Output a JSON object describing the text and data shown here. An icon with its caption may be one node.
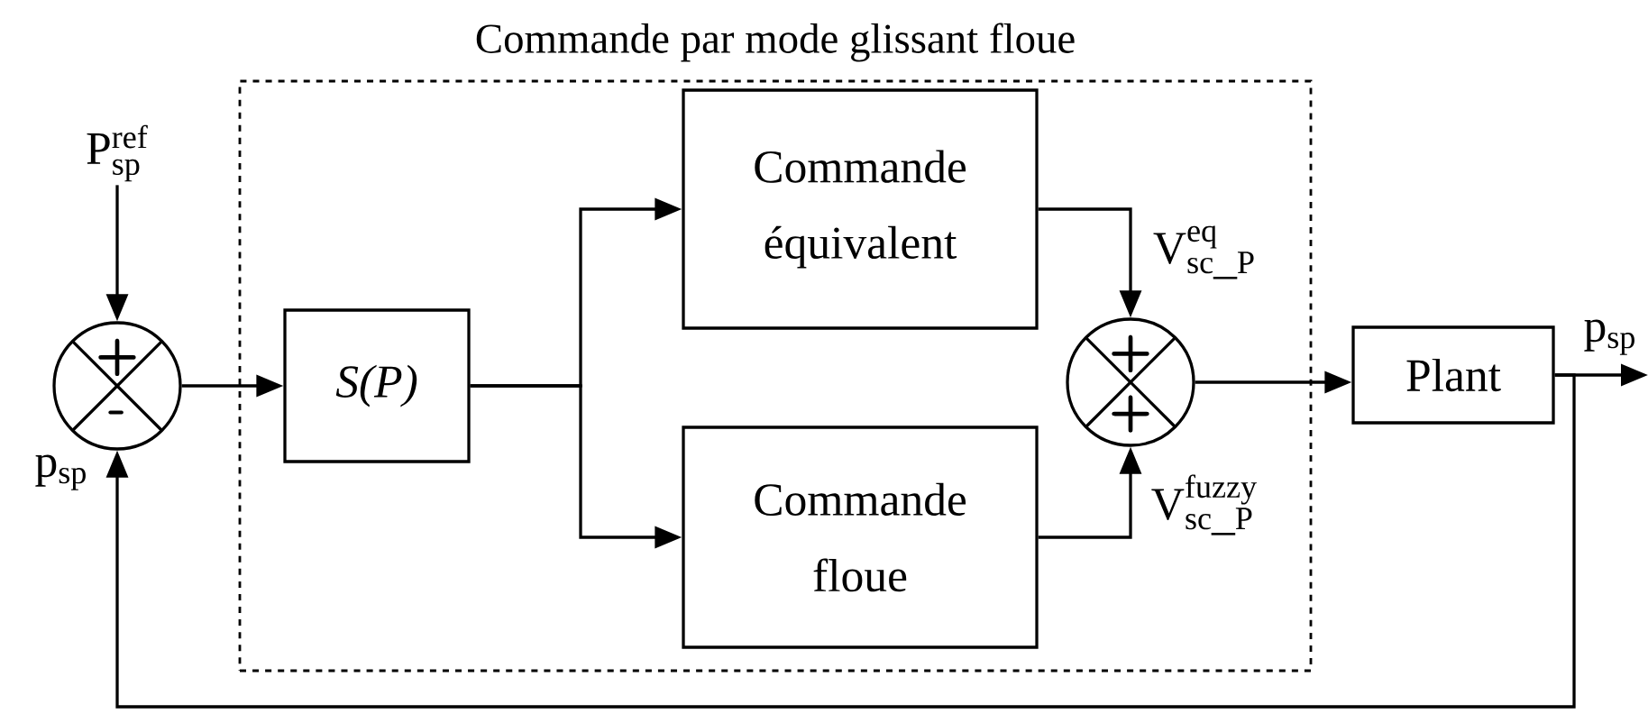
{
  "diagram": {
    "nodes": [
      {
        "text": [
          "Commande par mode glissant floue"
        ]
      },
      {
        "text": [
          "+",
          "-"
        ]
      },
      {
        "text": [
          "S(P)"
        ],
        "in": 0
      },
      {
        "text": [
          "Commande équivalent"
        ],
        "in": 0
      },
      {
        "text": [
          "Commande floue"
        ],
        "in": 0
      },
      {
        "text": [
          "+",
          "+"
        ],
        "in": 0
      },
      {
        "text": [
          "Plant"
        ]
      },
      {
        "text": [
          "\\mathrm{P}_{\\mathrm{sp}}^{\\mathrm{ref}}"
        ]
      }
    ],
    "edges": [
      {
        "from": 7,
        "to": 1,
        "arrow": "to"
      },
      {
        "from": 1,
        "to": 2,
        "arrow": "to"
      },
      {
        "from": 2,
        "to": 3,
        "arrow": "to"
      },
      {
        "from": 2,
        "to": 4,
        "arrow": "to"
      },
      {
        "from": 3,
        "to": 5,
        "arrow": "to",
        "label": "\\mathrm{V}_{\\mathrm{sc\\_P}}^{\\mathrm{eq}}"
      },
      {
        "from": 4,
        "to": 5,
        "arrow": "to",
        "label": "\\mathrm{V}_{\\mathrm{sc\\_P}}^{\\mathrm{fuzzy}}"
      },
      {
        "from": 5,
        "to": 6,
        "arrow": "to"
      },
      {
        "from": 6,
        "to": null,
        "arrow": "to",
        "label": "\\mathrm{p}_{\\mathrm{sp}}"
      },
      {
        "from": 6,
        "to": 1,
        "arrow": "to",
        "label": "\\mathrm{p}_{\\mathrm{sp}}"
      }
    ]
  }
}
